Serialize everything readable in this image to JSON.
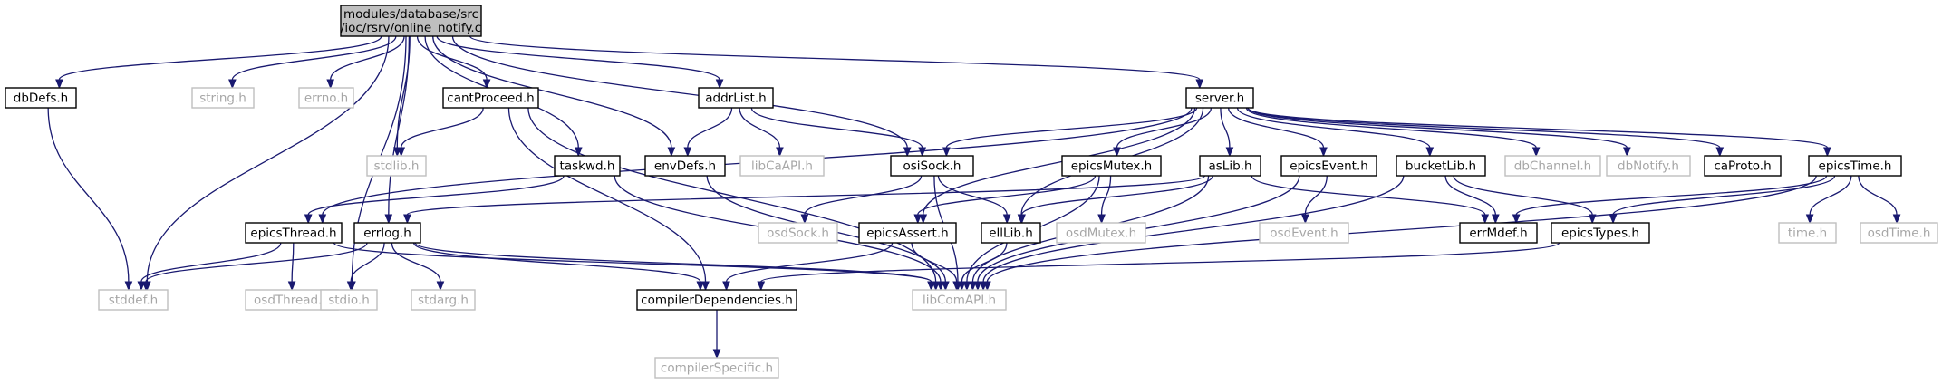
{
  "graph": {
    "colors": {
      "edge": "#191970",
      "root_fill": "#bfbfbf",
      "node_border": "#000000",
      "system_border": "#bfbfbf",
      "system_text": "#a6a6a6"
    },
    "nodes": [
      {
        "id": "root",
        "kind": "root",
        "lines": [
          "modules/database/src",
          "/ioc/rsrv/online_notify.c"
        ]
      },
      {
        "id": "dbDefs",
        "kind": "doc",
        "lines": [
          "dbDefs.h"
        ]
      },
      {
        "id": "string",
        "kind": "sys",
        "lines": [
          "string.h"
        ]
      },
      {
        "id": "errno",
        "kind": "sys",
        "lines": [
          "errno.h"
        ]
      },
      {
        "id": "stdlib",
        "kind": "sys",
        "lines": [
          "stdlib.h"
        ]
      },
      {
        "id": "cantProceed",
        "kind": "doc",
        "lines": [
          "cantProceed.h"
        ]
      },
      {
        "id": "addrList",
        "kind": "doc",
        "lines": [
          "addrList.h"
        ]
      },
      {
        "id": "server",
        "kind": "doc",
        "lines": [
          "server.h"
        ]
      },
      {
        "id": "taskwd",
        "kind": "doc",
        "lines": [
          "taskwd.h"
        ]
      },
      {
        "id": "envDefs",
        "kind": "doc",
        "lines": [
          "envDefs.h"
        ]
      },
      {
        "id": "libCaAPI",
        "kind": "sys",
        "lines": [
          "libCaAPI.h"
        ]
      },
      {
        "id": "osiSock",
        "kind": "doc",
        "lines": [
          "osiSock.h"
        ]
      },
      {
        "id": "epicsMutex",
        "kind": "doc",
        "lines": [
          "epicsMutex.h"
        ]
      },
      {
        "id": "asLib",
        "kind": "doc",
        "lines": [
          "asLib.h"
        ]
      },
      {
        "id": "epicsEvent",
        "kind": "doc",
        "lines": [
          "epicsEvent.h"
        ]
      },
      {
        "id": "bucketLib",
        "kind": "doc",
        "lines": [
          "bucketLib.h"
        ]
      },
      {
        "id": "dbChannel",
        "kind": "sys",
        "lines": [
          "dbChannel.h"
        ]
      },
      {
        "id": "dbNotify",
        "kind": "sys",
        "lines": [
          "dbNotify.h"
        ]
      },
      {
        "id": "caProto",
        "kind": "doc",
        "lines": [
          "caProto.h"
        ]
      },
      {
        "id": "epicsTime",
        "kind": "doc",
        "lines": [
          "epicsTime.h"
        ]
      },
      {
        "id": "epicsThread",
        "kind": "doc",
        "lines": [
          "epicsThread.h"
        ]
      },
      {
        "id": "errlog",
        "kind": "doc",
        "lines": [
          "errlog.h"
        ]
      },
      {
        "id": "osdSock",
        "kind": "sys",
        "lines": [
          "osdSock.h"
        ]
      },
      {
        "id": "epicsAssert",
        "kind": "doc",
        "lines": [
          "epicsAssert.h"
        ]
      },
      {
        "id": "ellLib",
        "kind": "doc",
        "lines": [
          "ellLib.h"
        ]
      },
      {
        "id": "osdMutex",
        "kind": "sys",
        "lines": [
          "osdMutex.h"
        ]
      },
      {
        "id": "osdEvent",
        "kind": "sys",
        "lines": [
          "osdEvent.h"
        ]
      },
      {
        "id": "errMdef",
        "kind": "doc",
        "lines": [
          "errMdef.h"
        ]
      },
      {
        "id": "epicsTypes",
        "kind": "doc",
        "lines": [
          "epicsTypes.h"
        ]
      },
      {
        "id": "time",
        "kind": "sys",
        "lines": [
          "time.h"
        ]
      },
      {
        "id": "osdTime",
        "kind": "sys",
        "lines": [
          "osdTime.h"
        ]
      },
      {
        "id": "stddef",
        "kind": "sys",
        "lines": [
          "stddef.h"
        ]
      },
      {
        "id": "osdThread",
        "kind": "sys",
        "lines": [
          "osdThread.h"
        ]
      },
      {
        "id": "stdio",
        "kind": "sys",
        "lines": [
          "stdio.h"
        ]
      },
      {
        "id": "stdarg",
        "kind": "sys",
        "lines": [
          "stdarg.h"
        ]
      },
      {
        "id": "compilerDependencies",
        "kind": "doc",
        "lines": [
          "compilerDependencies.h"
        ]
      },
      {
        "id": "libComAPI",
        "kind": "sys",
        "lines": [
          "libComAPI.h"
        ]
      },
      {
        "id": "compilerSpecific",
        "kind": "sys",
        "lines": [
          "compilerSpecific.h"
        ]
      }
    ],
    "edges": [
      [
        "root",
        "dbDefs"
      ],
      [
        "root",
        "string"
      ],
      [
        "root",
        "errno"
      ],
      [
        "root",
        "stdlib"
      ],
      [
        "root",
        "cantProceed"
      ],
      [
        "root",
        "addrList"
      ],
      [
        "root",
        "server"
      ],
      [
        "root",
        "taskwd"
      ],
      [
        "root",
        "envDefs"
      ],
      [
        "root",
        "osiSock"
      ],
      [
        "root",
        "errlog"
      ],
      [
        "root",
        "stddef"
      ],
      [
        "root",
        "stdio"
      ],
      [
        "dbDefs",
        "stddef"
      ],
      [
        "cantProceed",
        "stdlib"
      ],
      [
        "cantProceed",
        "compilerDependencies"
      ],
      [
        "cantProceed",
        "libComAPI"
      ],
      [
        "addrList",
        "envDefs"
      ],
      [
        "addrList",
        "libCaAPI"
      ],
      [
        "addrList",
        "osiSock"
      ],
      [
        "taskwd",
        "epicsThread"
      ],
      [
        "taskwd",
        "libComAPI"
      ],
      [
        "envDefs",
        "libComAPI"
      ],
      [
        "osiSock",
        "osdSock"
      ],
      [
        "osiSock",
        "ellLib"
      ],
      [
        "osiSock",
        "libComAPI"
      ],
      [
        "server",
        "epicsThread"
      ],
      [
        "server",
        "epicsAssert"
      ],
      [
        "server",
        "ellLib"
      ],
      [
        "server",
        "osiSock"
      ],
      [
        "server",
        "epicsMutex"
      ],
      [
        "server",
        "asLib"
      ],
      [
        "server",
        "epicsEvent"
      ],
      [
        "server",
        "bucketLib"
      ],
      [
        "server",
        "dbChannel"
      ],
      [
        "server",
        "dbNotify"
      ],
      [
        "server",
        "caProto"
      ],
      [
        "server",
        "epicsTime"
      ],
      [
        "epicsMutex",
        "epicsAssert"
      ],
      [
        "epicsMutex",
        "osdMutex"
      ],
      [
        "epicsMutex",
        "libComAPI"
      ],
      [
        "asLib",
        "errlog"
      ],
      [
        "asLib",
        "ellLib"
      ],
      [
        "asLib",
        "errMdef"
      ],
      [
        "asLib",
        "libComAPI"
      ],
      [
        "epicsEvent",
        "osdEvent"
      ],
      [
        "epicsEvent",
        "libComAPI"
      ],
      [
        "bucketLib",
        "errMdef"
      ],
      [
        "bucketLib",
        "epicsTypes"
      ],
      [
        "bucketLib",
        "libComAPI"
      ],
      [
        "epicsTime",
        "errMdef"
      ],
      [
        "epicsTime",
        "epicsTypes"
      ],
      [
        "epicsTime",
        "time"
      ],
      [
        "epicsTime",
        "osdTime"
      ],
      [
        "epicsTime",
        "libComAPI"
      ],
      [
        "epicsThread",
        "stddef"
      ],
      [
        "epicsThread",
        "osdThread"
      ],
      [
        "epicsThread",
        "libComAPI"
      ],
      [
        "errlog",
        "stddef"
      ],
      [
        "errlog",
        "stdio"
      ],
      [
        "errlog",
        "stdarg"
      ],
      [
        "errlog",
        "compilerDependencies"
      ],
      [
        "errlog",
        "libComAPI"
      ],
      [
        "epicsAssert",
        "compilerDependencies"
      ],
      [
        "epicsAssert",
        "libComAPI"
      ],
      [
        "ellLib",
        "libComAPI"
      ],
      [
        "epicsTypes",
        "compilerDependencies"
      ],
      [
        "compilerDependencies",
        "compilerSpecific"
      ]
    ]
  }
}
